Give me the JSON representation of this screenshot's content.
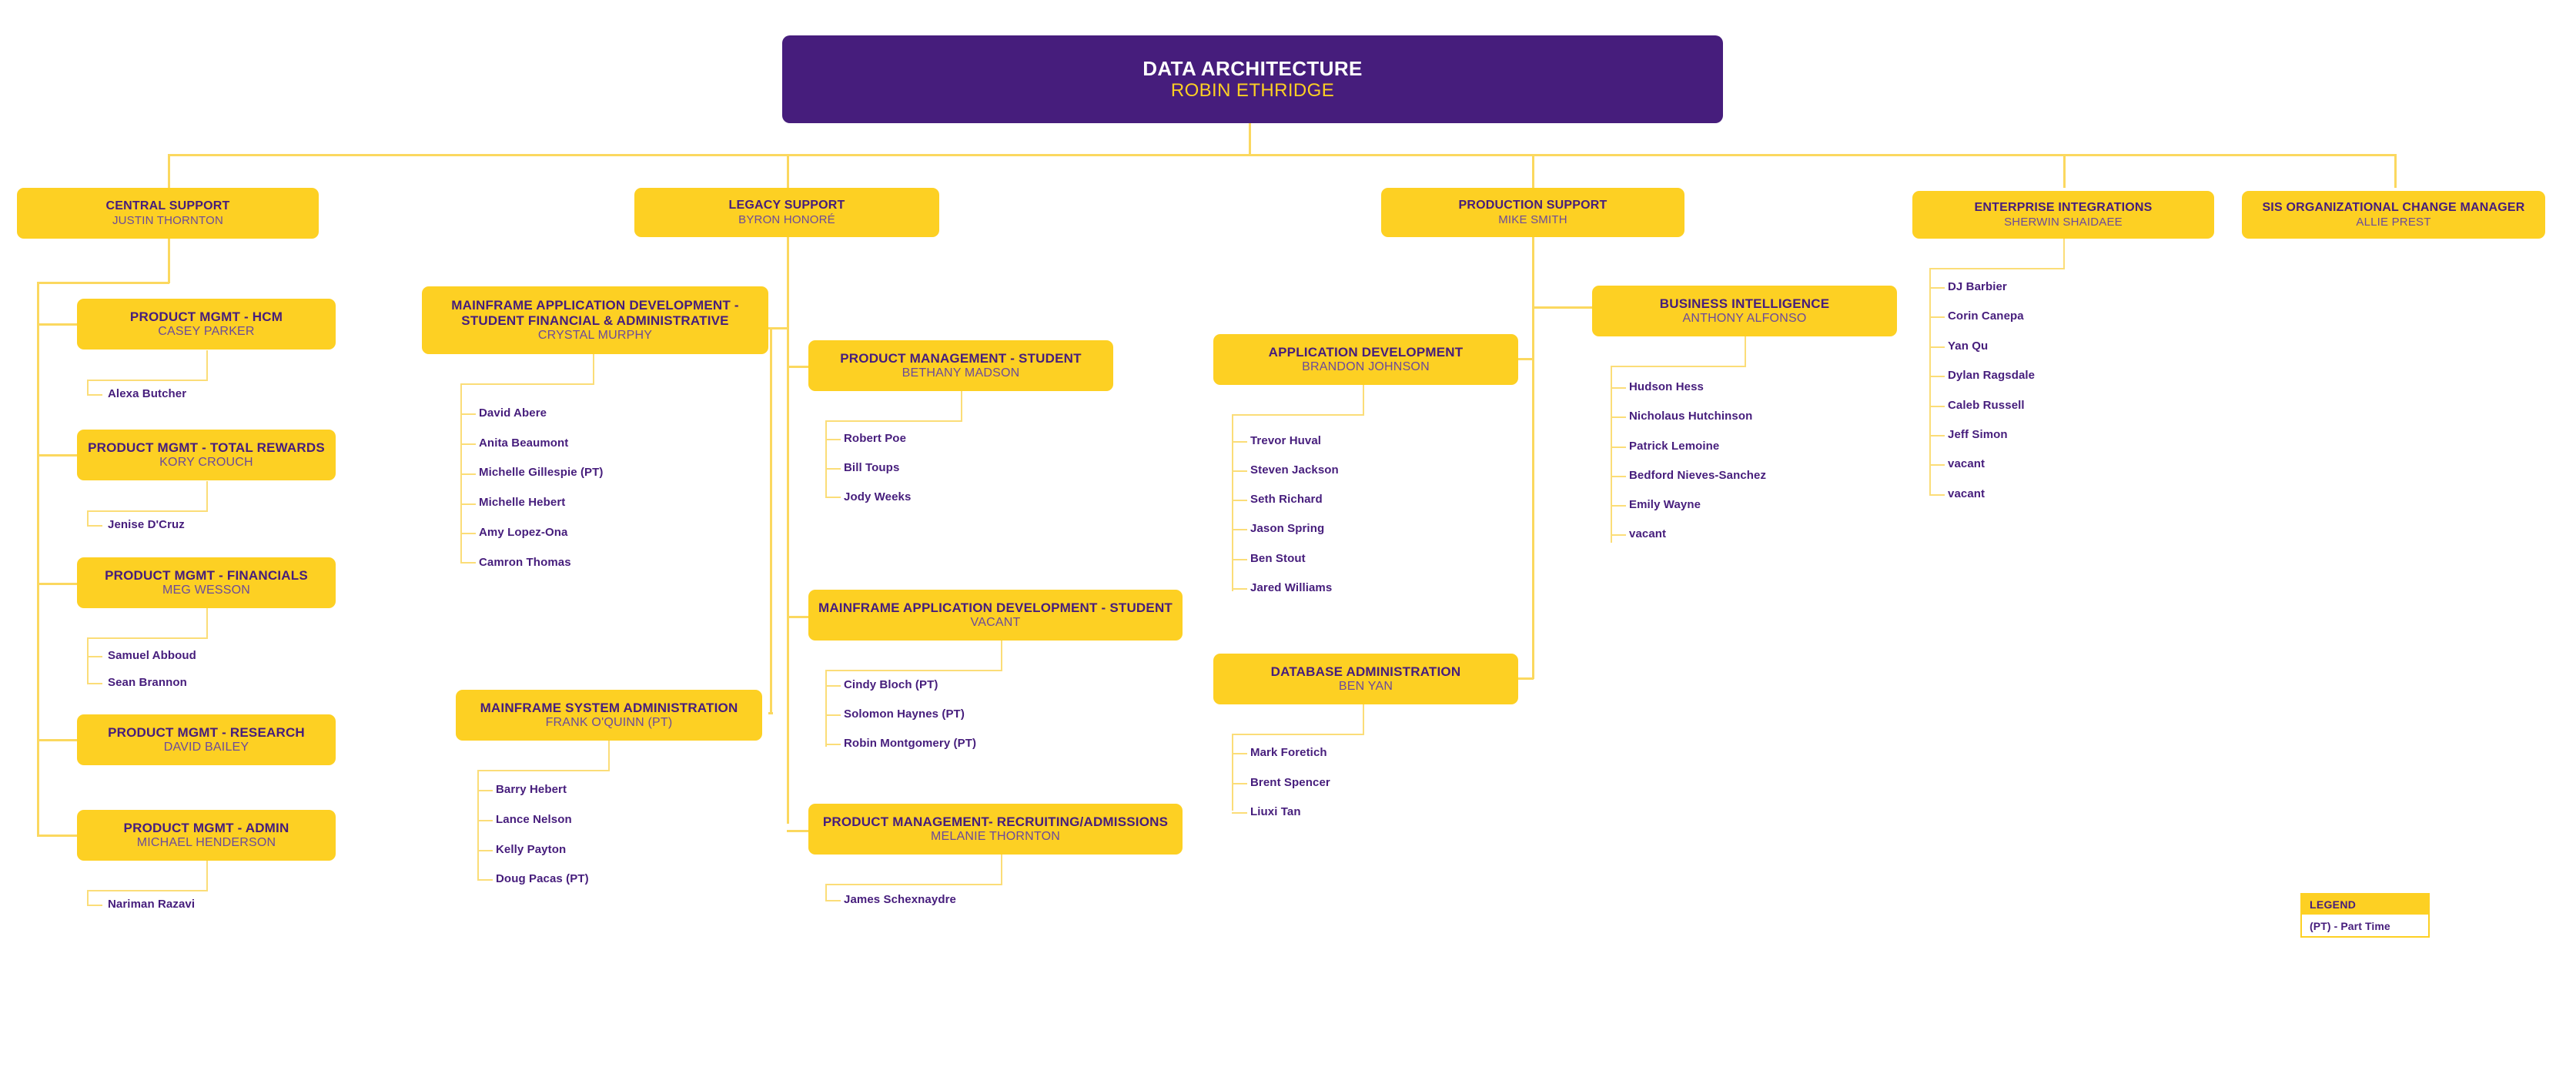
{
  "colors": {
    "brand_purple": "#461D7C",
    "brand_gold": "#FDD023",
    "connector": "#FBD85F",
    "person_text": "#6B4A9B",
    "background": "#FFFFFF"
  },
  "root": {
    "title": "DATA ARCHITECTURE",
    "person": "ROBIN ETHRIDGE"
  },
  "divisions": {
    "central_support": {
      "title": "CENTRAL SUPPORT",
      "person": "JUSTIN THORNTON",
      "teams": [
        {
          "title": "PRODUCT MGMT - HCM",
          "person": "CASEY PARKER",
          "staff": [
            "Alexa Butcher"
          ]
        },
        {
          "title": "PRODUCT MGMT - TOTAL REWARDS",
          "person": "KORY CROUCH",
          "staff": [
            "Jenise D'Cruz"
          ]
        },
        {
          "title": "PRODUCT MGMT - FINANCIALS",
          "person": "MEG WESSON",
          "staff": [
            "Samuel Abboud",
            "Sean Brannon"
          ]
        },
        {
          "title": "PRODUCT MGMT - RESEARCH",
          "person": "DAVID BAILEY",
          "staff": []
        },
        {
          "title": "PRODUCT MGMT - ADMIN",
          "person": "MICHAEL HENDERSON",
          "staff": [
            "Nariman Razavi"
          ]
        }
      ]
    },
    "legacy_support": {
      "title": "LEGACY SUPPORT",
      "person": "BYRON HONORÉ",
      "teams": [
        {
          "title": "MAINFRAME APPLICATION  DEVELOPMENT - STUDENT FINANCIAL & ADMINISTRATIVE",
          "person": "CRYSTAL MURPHY",
          "staff": [
            "David Abere",
            "Anita Beaumont",
            "Michelle Gillespie (PT)",
            "Michelle Hebert",
            "Amy Lopez-Ona",
            "Camron Thomas"
          ]
        },
        {
          "title": "MAINFRAME SYSTEM ADMINISTRATION",
          "person": "FRANK O'QUINN (PT)",
          "staff": [
            "Barry Hebert",
            "Lance Nelson",
            "Kelly Payton",
            "Doug Pacas (PT)"
          ]
        },
        {
          "title": "PRODUCT MANAGEMENT - STUDENT",
          "person": "BETHANY MADSON",
          "staff": [
            "Robert Poe",
            "Bill Toups",
            "Jody Weeks"
          ]
        },
        {
          "title": "MAINFRAME APPLICATION DEVELOPMENT - STUDENT",
          "person": "VACANT",
          "staff": [
            "Cindy Bloch (PT)",
            "Solomon Haynes (PT)",
            "Robin Montgomery (PT)"
          ]
        },
        {
          "title": "PRODUCT MANAGEMENT- RECRUITING/ADMISSIONS",
          "person": "MELANIE THORNTON",
          "staff": [
            "James Schexnaydre"
          ]
        }
      ]
    },
    "production_support": {
      "title": "PRODUCTION SUPPORT",
      "person": "MIKE SMITH",
      "teams": [
        {
          "title": "APPLICATION DEVELOPMENT",
          "person": "BRANDON JOHNSON",
          "staff": [
            "Trevor Huval",
            "Steven Jackson",
            "Seth Richard",
            "Jason Spring",
            "Ben Stout",
            "Jared Williams"
          ]
        },
        {
          "title": "DATABASE ADMINISTRATION",
          "person": "BEN YAN",
          "staff": [
            "Mark Foretich",
            "Brent Spencer",
            "Liuxi Tan"
          ]
        },
        {
          "title": "BUSINESS INTELLIGENCE",
          "person": "ANTHONY ALFONSO",
          "staff": [
            "Hudson Hess",
            "Nicholaus Hutchinson",
            "Patrick Lemoine",
            "Bedford Nieves-Sanchez",
            "Emily Wayne",
            "vacant"
          ]
        }
      ]
    },
    "enterprise_integrations": {
      "title": "ENTERPRISE INTEGRATIONS",
      "person": "SHERWIN SHAIDAEE",
      "staff": [
        "DJ Barbier",
        "Corin Canepa",
        "Yan Qu",
        "Dylan Ragsdale",
        "Caleb Russell",
        "Jeff Simon",
        "vacant",
        "vacant"
      ]
    },
    "sis_change_manager": {
      "title": "SIS ORGANIZATIONAL CHANGE MANAGER",
      "person": "ALLIE PREST"
    }
  },
  "legend": {
    "heading": "LEGEND",
    "entries": [
      "(PT) - Part Time"
    ]
  }
}
